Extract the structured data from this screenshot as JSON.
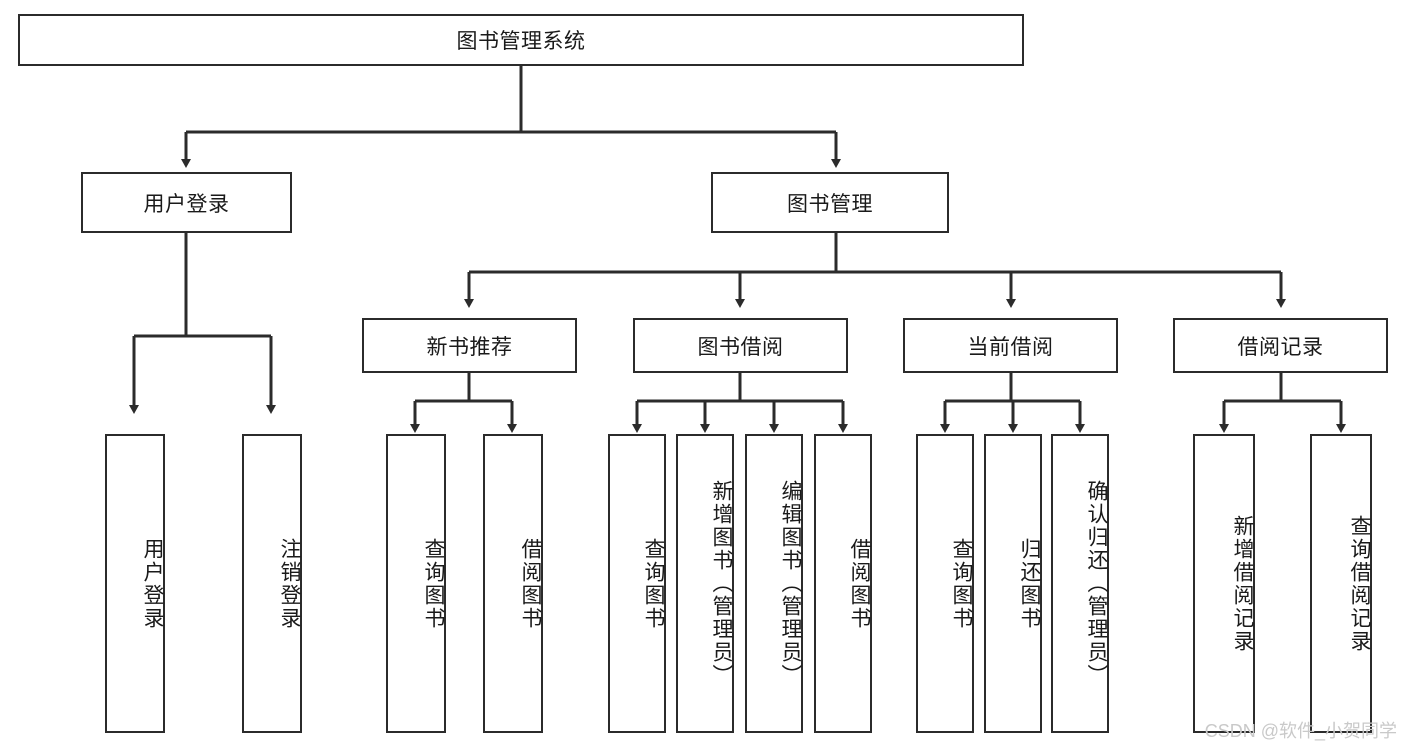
{
  "diagram": {
    "title": "图书管理系统",
    "type": "tree-hierarchy",
    "watermark": "CSDN @软件_小贺同学",
    "colors": {
      "stroke": "#2b2b2b",
      "fill": "#ffffff",
      "text": "#1a1a1a",
      "watermark": "#c9c9c9"
    },
    "root": {
      "label": "图书管理系统"
    },
    "level2": [
      {
        "label": "用户登录"
      },
      {
        "label": "图书管理"
      }
    ],
    "level3": [
      {
        "label": "新书推荐"
      },
      {
        "label": "图书借阅"
      },
      {
        "label": "当前借阅"
      },
      {
        "label": "借阅记录"
      }
    ],
    "leaves": {
      "user_login": [
        {
          "label": "用户登录"
        },
        {
          "label": "注销登录"
        }
      ],
      "new_books": [
        {
          "label": "查询图书"
        },
        {
          "label": "借阅图书"
        }
      ],
      "book_borrow": [
        {
          "label": "查询图书"
        },
        {
          "label": "新增图书（管理员）"
        },
        {
          "label": "编辑图书（管理员）"
        },
        {
          "label": "借阅图书"
        }
      ],
      "current_borrow": [
        {
          "label": "查询图书"
        },
        {
          "label": "归还图书"
        },
        {
          "label": "确认归还（管理员）"
        }
      ],
      "borrow_records": [
        {
          "label": "新增借阅记录"
        },
        {
          "label": "查询借阅记录"
        }
      ]
    }
  }
}
